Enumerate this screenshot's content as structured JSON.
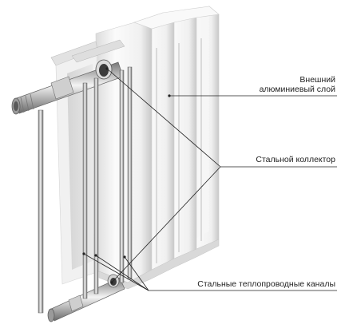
{
  "callouts": {
    "outer_layer": {
      "line1": "Внешний",
      "line2": "алюминиевый слой"
    },
    "steel_collector": {
      "text": "Стальной коллектор"
    },
    "steel_channels": {
      "text": "Стальные теплопроводные каналы"
    }
  },
  "colors": {
    "aluminium_light": "#f4f4f4",
    "aluminium_shade": "#c9c9c9",
    "steel_light": "#e6e6e6",
    "steel_dark": "#8a8a8a",
    "callout_line": "#222222"
  }
}
